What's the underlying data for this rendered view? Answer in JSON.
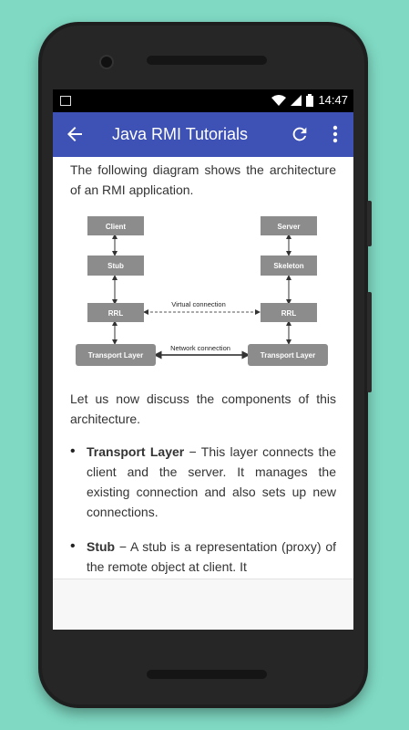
{
  "status": {
    "time": "14:47"
  },
  "appbar": {
    "title": "Java RMI Tutorials"
  },
  "content": {
    "intro": "The following diagram shows the architecture of an RMI application.",
    "discuss": "Let us now discuss the components of this architecture.",
    "bullets": [
      {
        "term": "Transport Layer",
        "text": " − This layer connects the client and the server. It manages the existing connection and also sets up new connections."
      },
      {
        "term": "Stub",
        "text": " − A stub is a representation (proxy) of the remote object at client. It"
      }
    ]
  },
  "diagram": {
    "client": "Client",
    "server": "Server",
    "stub": "Stub",
    "skeleton": "Skeleton",
    "rrl_left": "RRL",
    "rrl_right": "RRL",
    "transport_left": "Transport Layer",
    "transport_right": "Transport Layer",
    "virtual": "Virtual connection",
    "network": "Network connection"
  },
  "colors": {
    "appbar": "#3e51b5",
    "background": "#7fd9c3",
    "box": "#8c8c8c"
  }
}
